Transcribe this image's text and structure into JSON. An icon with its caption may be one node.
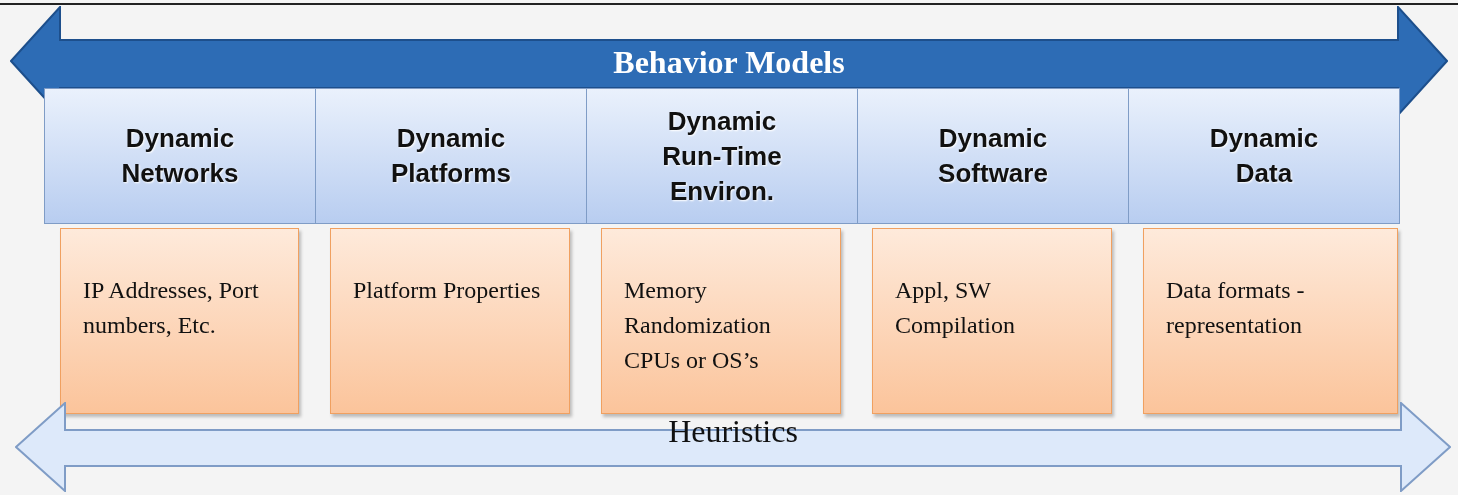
{
  "diagram": {
    "nodes": [
      {
        "text": [
          "Behavior Models"
        ]
      },
      {
        "text": [
          "Dynamic Networks"
        ]
      },
      {
        "text": [
          "Dynamic Platforms"
        ]
      },
      {
        "text": [
          "Dynamic Run-Time Environ."
        ]
      },
      {
        "text": [
          "Dynamic Software"
        ]
      },
      {
        "text": [
          "Dynamic Data"
        ]
      },
      {
        "text": [
          "IP Addresses, Port numbers, Etc."
        ]
      },
      {
        "text": [
          "Platform Properties"
        ]
      },
      {
        "text": [
          "Memory Randomization CPUs or OS’s"
        ]
      },
      {
        "text": [
          "Appl, SW Compilation"
        ]
      },
      {
        "text": [
          "Data formats - representation"
        ]
      },
      {
        "text": [
          "Heuristics"
        ]
      }
    ],
    "edges": []
  }
}
